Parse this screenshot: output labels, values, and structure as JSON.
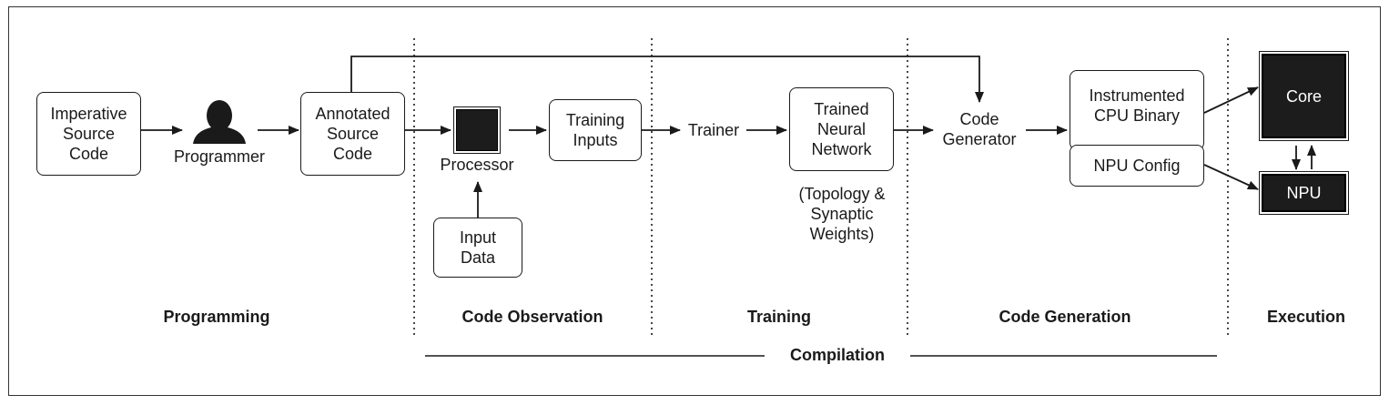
{
  "boxes": {
    "imperative": "Imperative\nSource\nCode",
    "annotated": "Annotated\nSource\nCode",
    "training_inputs": "Training\nInputs",
    "input_data": "Input\nData",
    "trained_nn": "Trained\nNeural\nNetwork",
    "instrumented": "Instrumented\nCPU Binary",
    "npu_config": "NPU Config",
    "core": "Core",
    "npu": "NPU"
  },
  "labels": {
    "programmer": "Programmer",
    "processor": "Processor",
    "trainer": "Trainer",
    "code_generator": "Code\nGenerator",
    "topology": "(Topology &\nSynaptic\nWeights)"
  },
  "phases": {
    "programming": "Programming",
    "code_observation": "Code Observation",
    "training": "Training",
    "code_generation": "Code Generation",
    "execution": "Execution",
    "compilation": "Compilation"
  },
  "icons": {
    "programmer": "person-silhouette-icon"
  },
  "colors": {
    "ink": "#1a1a1a",
    "dark_fill": "#1c1c1c",
    "background": "#ffffff"
  }
}
